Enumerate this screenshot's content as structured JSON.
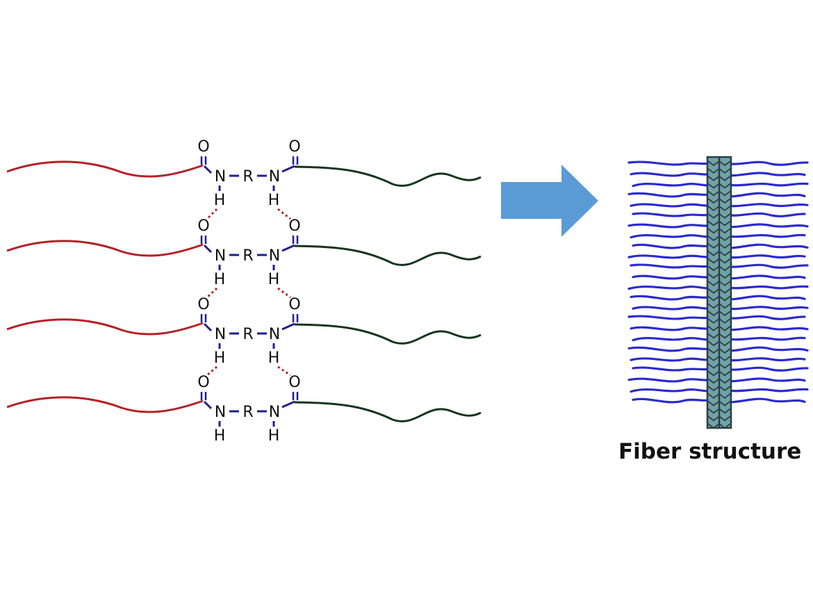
{
  "molecule": {
    "unit_count": 4,
    "atoms": {
      "oxygen": "O",
      "nitrogen": "N",
      "hydrogen": "H",
      "r_group": "R"
    }
  },
  "caption": "Fiber structure",
  "colors": {
    "left_chain": "#b52025",
    "right_chain": "#14351c",
    "backbone_bond": "#1f1f8c",
    "hydrogen_bond": "#b52025",
    "arrow": "#5b9bd5",
    "fiber_strand": "#2a2ad0",
    "fiber_core": "#6fa3a8",
    "fiber_core_edge": "#2d3d44"
  }
}
